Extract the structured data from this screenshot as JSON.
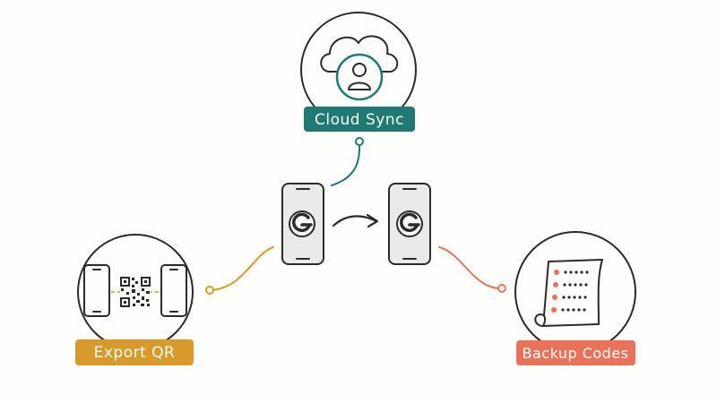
{
  "nodes": {
    "cloud_sync": {
      "label": "Cloud Sync",
      "color": "#1f7a74"
    },
    "export_qr": {
      "label": "Export QR",
      "color": "#d89a2b"
    },
    "backup_codes": {
      "label": "Backup Codes",
      "color": "#e8735a"
    }
  },
  "colors": {
    "ink": "#2b2b2b",
    "phone_fill": "#e9ebe8",
    "ring": "#2b2b2b"
  },
  "icons": {
    "source_phone": "authenticator-logo-icon",
    "target_phone": "authenticator-logo-icon",
    "transfer": "arrow-right-icon",
    "cloud": "cloud-icon",
    "user": "user-icon",
    "qr": "qr-code-icon",
    "codes": "paper-list-icon"
  }
}
